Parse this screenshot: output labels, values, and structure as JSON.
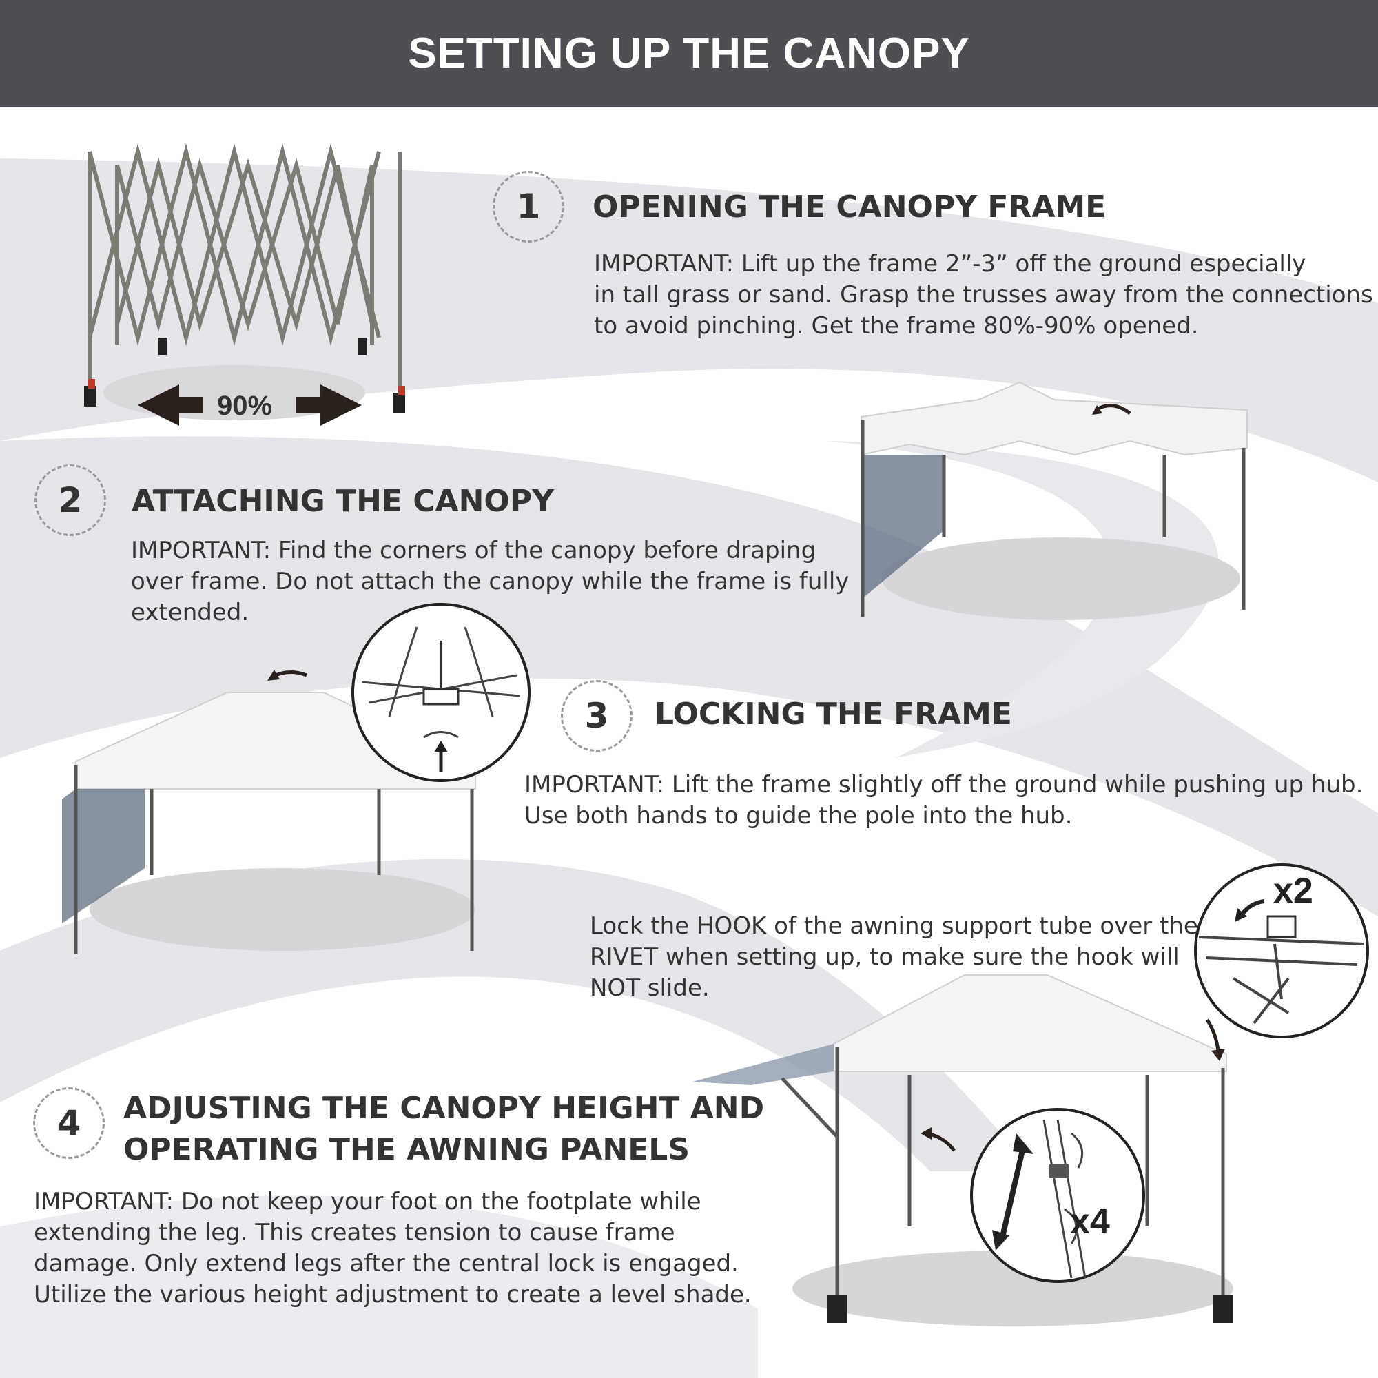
{
  "header": {
    "title": "SETTING UP THE CANOPY"
  },
  "steps": [
    {
      "number": "1",
      "title": "OPENING THE CANOPY FRAME",
      "lines": [
        "IMPORTANT: Lift up the frame   2”-3”  off the ground especially",
        "in tall grass or sand. Grasp the trusses away from the connections",
        "to avoid pinching. Get the frame 80%-90% opened."
      ]
    },
    {
      "number": "2",
      "title": "ATTACHING THE CANOPY",
      "lines": [
        "IMPORTANT:  Find the corners of the canopy before draping",
        "over frame. Do not attach the canopy while the frame is fully",
        "extended."
      ]
    },
    {
      "number": "3",
      "title": "LOCKING THE FRAME",
      "lines": [
        "IMPORTANT: Lift the frame slightly off the ground while pushing up hub.",
        "Use both hands to guide the pole into the hub."
      ],
      "note_lines": [
        "Lock the HOOK of the awning support tube over the",
        "RIVET when setting up,  to make sure the hook will",
        "NOT slide."
      ]
    },
    {
      "number": "4",
      "title_lines": [
        "ADJUSTING THE CANOPY HEIGHT AND",
        "OPERATING THE AWNING PANELS"
      ],
      "lines": [
        "IMPORTANT: Do not keep your foot on the footplate while",
        "extending the leg. This  creates  tension  to cause  frame",
        "damage. Only extend legs after the central lock is engaged.",
        "Utilize the various height adjustment to create a level shade."
      ]
    }
  ],
  "illustrations": {
    "frame_open_label": "90%",
    "hook_multiplier": "x2",
    "leg_multiplier": "x4"
  },
  "colors": {
    "header_bg": "#4d4f55",
    "swoosh": "#e4e4e8",
    "text": "#333333"
  }
}
